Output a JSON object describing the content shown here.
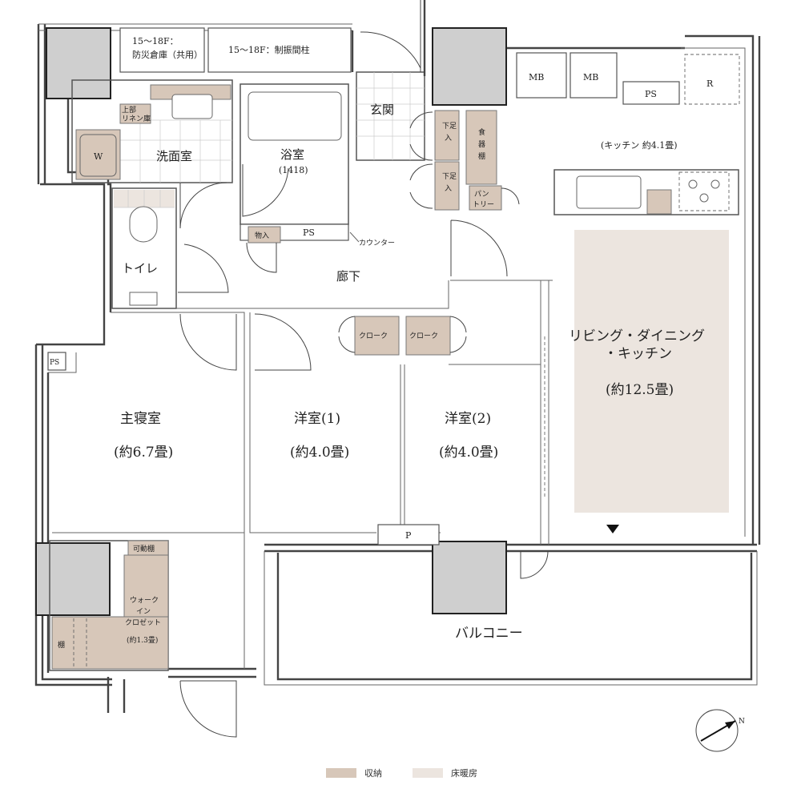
{
  "rooms": {
    "entrance": "玄関",
    "washroom": "洗面室",
    "bathroom": "浴室",
    "bathroom_size": "(1418)",
    "toilet": "トイレ",
    "hallway": "廊下",
    "master_bedroom": "主寝室",
    "master_bedroom_size": "(約6.7畳)",
    "western_room_1": "洋室(1)",
    "western_room_1_size": "(約4.0畳)",
    "western_room_2": "洋室(2)",
    "western_room_2_size": "(約4.0畳)",
    "ldk_line1": "リビング・ダイニング",
    "ldk_line2": "・キッチン",
    "ldk_size": "(約12.5畳)",
    "kitchen_size": "(キッチン 約4.1畳)",
    "balcony": "バルコニー",
    "wic_line1": "ウォーク",
    "wic_line2": "イン",
    "wic_line3": "クロゼット",
    "wic_size": "(約1.3畳)"
  },
  "labels": {
    "disaster_storage_line1": "15〜18F：",
    "disaster_storage_line2": "防災倉庫（共用）",
    "damping_column": "15〜18F：制振間柱",
    "mb1": "MB",
    "mb2": "MB",
    "ps_top": "PS",
    "refrigerator": "R",
    "linen_line1": "上部",
    "linen_line2": "リネン庫",
    "washer": "W",
    "ps_bath": "PS",
    "storage_bath": "物入",
    "counter": "カウンター",
    "shoe_1_line1": "下足",
    "shoe_1_line2": "入",
    "shoe_2_line1": "下足",
    "shoe_2_line2": "入",
    "cupboard_line1": "食",
    "cupboard_line2": "器",
    "cupboard_line3": "棚",
    "pantry_line1": "パン",
    "pantry_line2": "トリー",
    "closet_1": "クローク",
    "closet_2": "クローク",
    "ps_bedroom": "PS",
    "p_box": "P",
    "movable_shelf": "可動棚",
    "shelf": "棚"
  },
  "legend": {
    "storage": "収納",
    "floor_heating": "床暖房"
  },
  "colors": {
    "storage": "#d7c7b9",
    "floor_heating": "#ece5df",
    "column": "#cfcfcf"
  }
}
